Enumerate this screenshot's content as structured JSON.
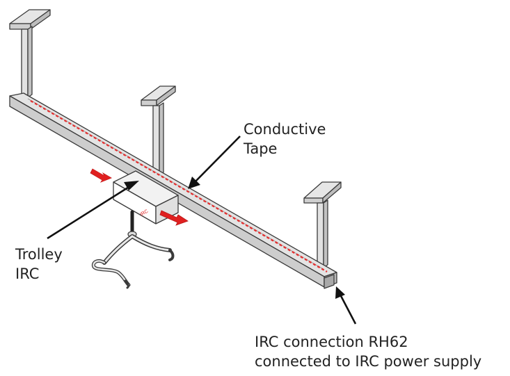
{
  "labels": {
    "conductive_tape": [
      "Conductive",
      "Tape"
    ],
    "trolley_irc": [
      "Trolley",
      "IRC"
    ],
    "irc_connection": [
      "IRC connection RH62",
      "connected to IRC power supply"
    ]
  },
  "trolley_mark": "IRC",
  "colors": {
    "rail_top": "#e2e2e2",
    "rail_side": "#c9c9c9",
    "outline": "#3a3a3a",
    "tape": "#e23030",
    "arrow_red": "#e02020",
    "pointer": "#111111",
    "text": "#222222"
  },
  "icons": {
    "direction_arrows": "motion-arrow-icon",
    "pointer_arrows": "callout-arrow-icon"
  }
}
